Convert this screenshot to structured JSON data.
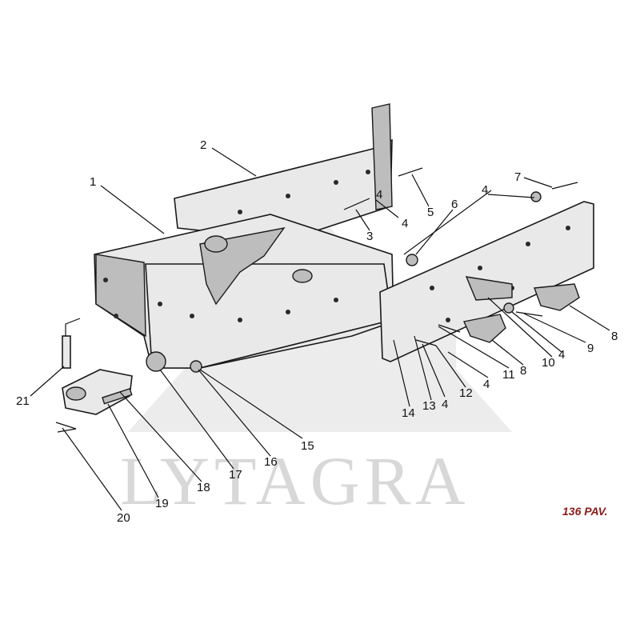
{
  "watermark": {
    "text": "LYTAGRA",
    "color": "#d8d8d8"
  },
  "figure_ref": {
    "text": "136 PAV.",
    "color": "#8b1a1a"
  },
  "callouts": [
    "1",
    "2",
    "3",
    "4",
    "5",
    "6",
    "4",
    "7",
    "4",
    "8",
    "9",
    "10",
    "4",
    "8",
    "11",
    "4",
    "12",
    "4",
    "13",
    "14",
    "15",
    "16",
    "17",
    "18",
    "19",
    "20",
    "21"
  ],
  "line_color": "#111111"
}
